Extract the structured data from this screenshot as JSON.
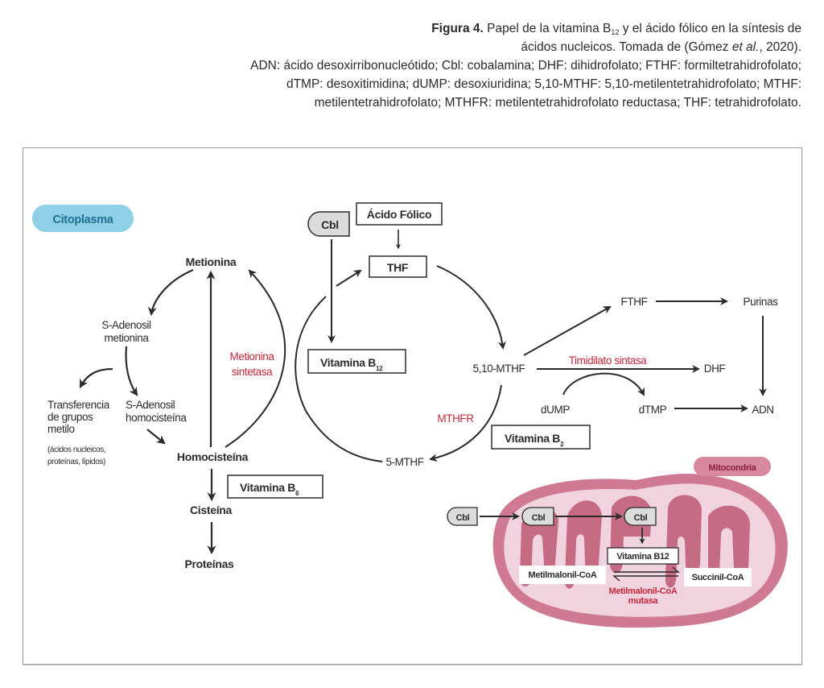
{
  "caption": {
    "figure_label": "Figura 4.",
    "line1_a": "Papel de la vitamina B",
    "line1_sub": "12",
    "line1_b": " y el ácido fólico en la síntesis de",
    "line2_a": "ácidos nucleicos. Tomada de (Gómez ",
    "line2_italic": "et al.",
    "line2_b": ", 2020).",
    "line3": "ADN: ácido desoxirribonucleótido; Cbl: cobalamina; DHF: dihidrofolato; FTHF: formiltetrahidrofolato;",
    "line4": "dTMP: desoxitimidina; dUMP: desoxiuridina; 5,10-MTHF: 5,10-metilentetrahidrofolato; MTHF:",
    "line5": "metilentetrahidrofolato; MTHFR: metilentetrahidrofolato reductasa; THF: tetrahidrofolato."
  },
  "diagram": {
    "colors": {
      "cytoplasm_badge": "#8fd0e6",
      "cytoplasm_text": "#1f6f93",
      "enzyme_red": "#c3283a",
      "mito_outer": "#cf7a92",
      "mito_inner": "#f1d3df",
      "mito_cristae": "#c56c84",
      "mito_badge": "#d9899f",
      "mito_badge_text": "#8a1f3d",
      "arrow": "#2b2b2b"
    },
    "cytoplasm_label": "Citoplasma",
    "mitochondria_label": "Mitocondria",
    "nodes": {
      "metionina": "Metionina",
      "sam_1": "S-Adenosil",
      "sam_2": "metionina",
      "sah_1": "S-Adenosil",
      "sah_2": "homocisteína",
      "transfer_1": "Transferencia",
      "transfer_2": "de grupos",
      "transfer_3": "metilo",
      "transfer_4": "(ácidos nucleicos,",
      "transfer_5": "proteínas, lípidos)",
      "homocisteina": "Homocisteína",
      "cisteina": "Cisteína",
      "proteinas": "Proteínas",
      "cbl": "Cbl",
      "acido_folico": "Ácido Fólico",
      "thf": "THF",
      "mthf_510": "5,10-MTHF",
      "mthf_5": "5-MTHF",
      "fthf": "FTHF",
      "purinas": "Purinas",
      "dhf": "DHF",
      "dump": "dUMP",
      "dtmp": "dTMP",
      "adn": "ADN"
    },
    "vitamins": {
      "b12_text": "Vitamina B",
      "b12_sub": "12",
      "b6_text": "Vitamina B",
      "b6_sub": "6",
      "b2_text": "Vitamina B",
      "b2_sub": "2"
    },
    "enzymes": {
      "metionina_sintetasa_1": "Metionina",
      "metionina_sintetasa_2": "sintetasa",
      "mthfr": "MTHFR",
      "timidilato": "Timidilato sintasa",
      "mm_mutasa_1": "Metilmalonil-CoA",
      "mm_mutasa_2": "mutasa"
    },
    "mito": {
      "cbl_outside": "Cbl",
      "cbl_membrane": "Cbl",
      "cbl_inner": "Cbl",
      "vitamina_b12": "Vitamina B12",
      "metilmalonil": "Metilmalonil-CoA",
      "succinil": "Succinil-CoA"
    }
  }
}
